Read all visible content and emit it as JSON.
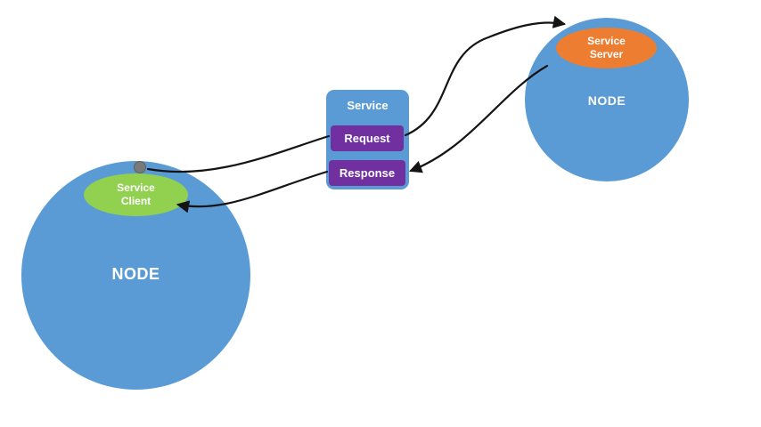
{
  "diagram": {
    "left_node": {
      "label": "NODE",
      "client": {
        "label": "Service Client"
      }
    },
    "right_node": {
      "label": "NODE",
      "server": {
        "label": "Service Server"
      }
    },
    "service": {
      "title": "Service",
      "request_label": "Request",
      "response_label": "Response"
    },
    "colors": {
      "node_blue": "#5b9bd5",
      "client_green": "#92d050",
      "server_orange": "#ed7d31",
      "action_purple": "#7030a0",
      "connector_black": "#141414",
      "dot_gray": "#7a7a7a",
      "background": "#ffffff"
    }
  }
}
